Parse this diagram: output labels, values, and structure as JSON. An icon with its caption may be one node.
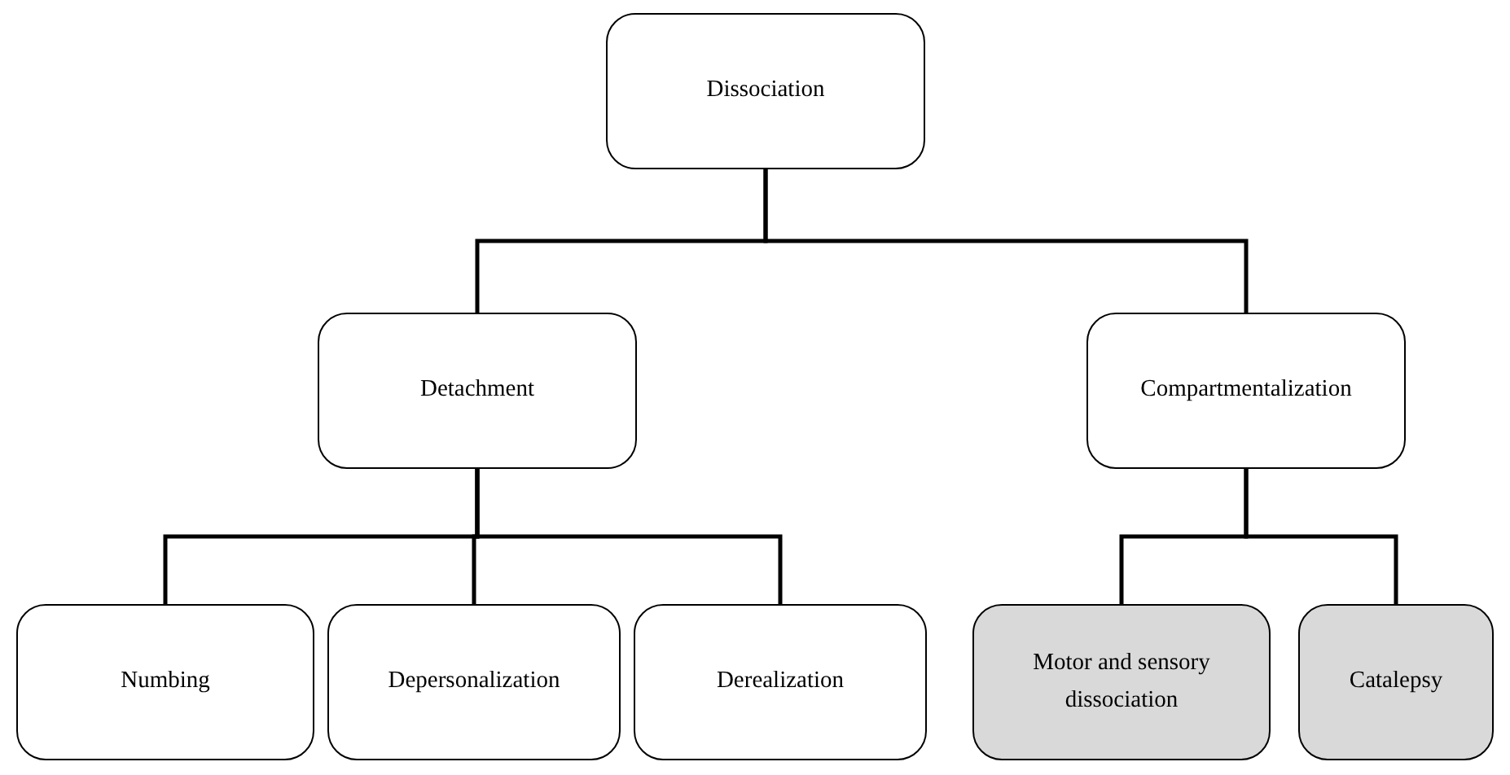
{
  "diagram": {
    "nodes": [
      {
        "text": [
          "Dissociation"
        ]
      },
      {
        "text": [
          "Detachment"
        ]
      },
      {
        "text": [
          "Compartmentalization"
        ]
      },
      {
        "text": [
          "Numbing"
        ]
      },
      {
        "text": [
          "Depersonalization"
        ]
      },
      {
        "text": [
          "Derealization"
        ]
      },
      {
        "text": [
          "Motor and sensory dissociation"
        ]
      },
      {
        "text": [
          "Catalepsy"
        ]
      }
    ],
    "edges": [
      {
        "from": 0,
        "to": 1,
        "arrow": "none"
      },
      {
        "from": 0,
        "to": 2,
        "arrow": "none"
      },
      {
        "from": 1,
        "to": 3,
        "arrow": "none"
      },
      {
        "from": 1,
        "to": 4,
        "arrow": "none"
      },
      {
        "from": 1,
        "to": 5,
        "arrow": "none"
      },
      {
        "from": 2,
        "to": 6,
        "arrow": "none"
      },
      {
        "from": 2,
        "to": 7,
        "arrow": "none"
      }
    ]
  }
}
